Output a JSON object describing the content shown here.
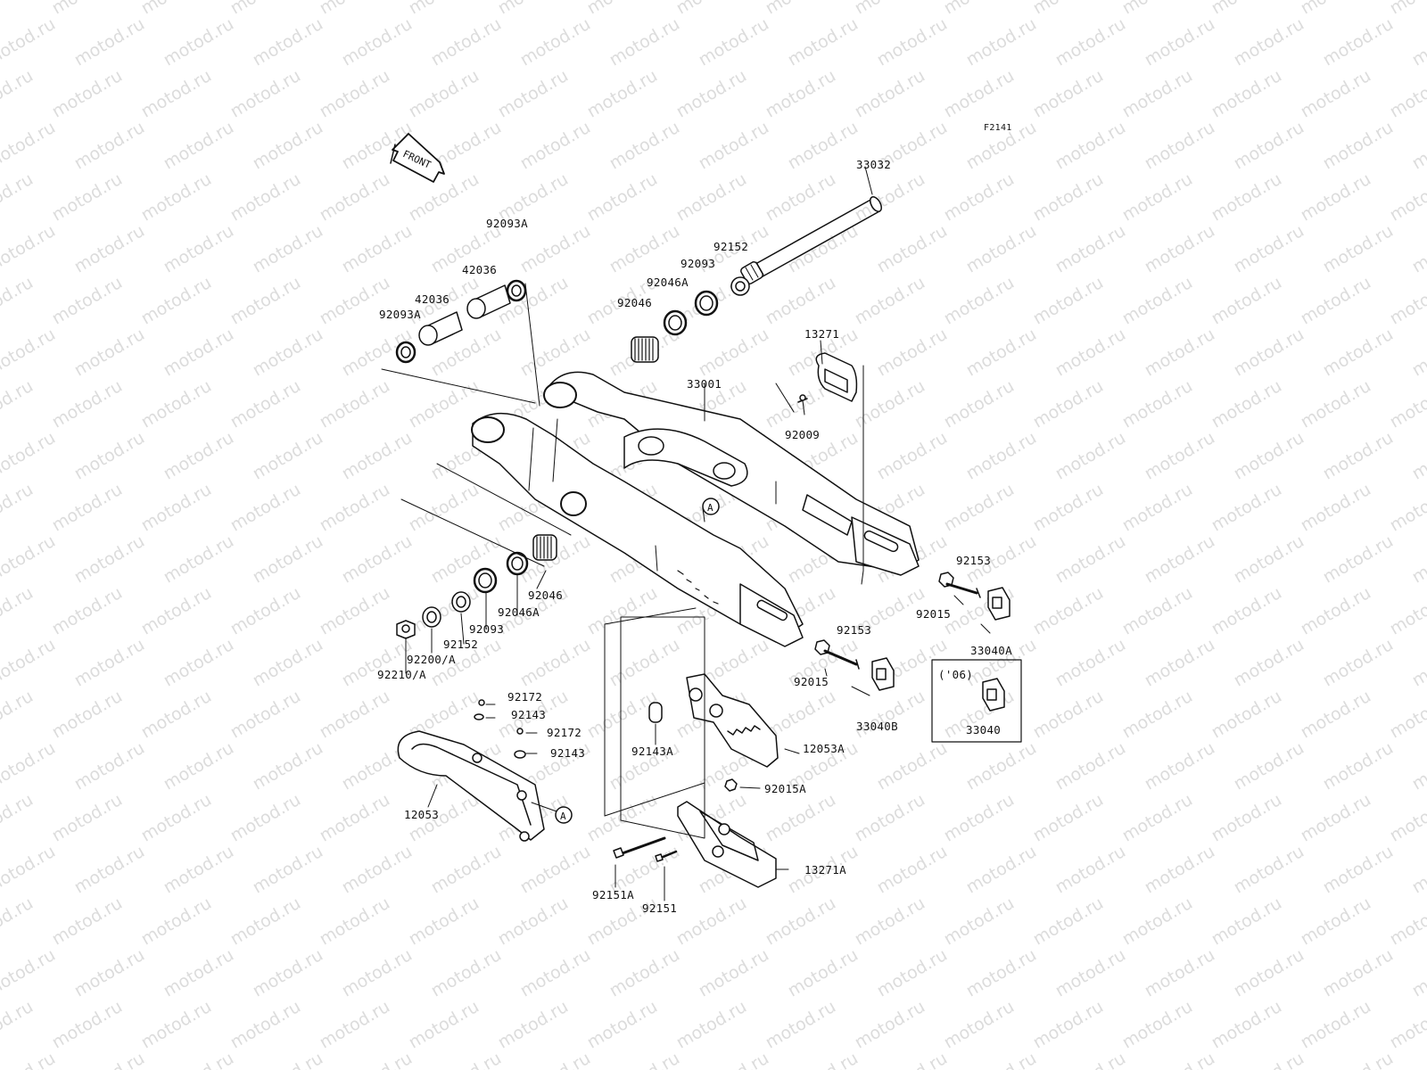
{
  "watermark": "motod.ru",
  "figure_code": "F2141",
  "front_label": "FRONT",
  "ref_marker": "A",
  "year_note": "('06)",
  "parts": {
    "swingarm_axle": "33032",
    "swingarm": "33001",
    "collar_seal_top": "92093A",
    "sleeve_1": "42036",
    "sleeve_2": "42036",
    "seal_left": "92093A",
    "washer_top": "92152",
    "seal_top": "92093",
    "bearing_race_top": "92046A",
    "needle_bearing_top": "92046",
    "chain_slider_cover": "13271",
    "screw_cover": "92009",
    "needle_bearing_bottom": "92046",
    "bearing_race_bottom": "92046A",
    "seal_bottom": "92093",
    "washer_bottom": "92152",
    "nut_axle_a": "92200/A",
    "nut_axle_b": "92210/A",
    "bolt_right": "92153",
    "nut_right": "92015",
    "chain_adjuster_a": "33040A",
    "bolt_left": "92153",
    "nut_left": "92015",
    "chain_adjuster_b": "33040B",
    "chain_adjuster_06": "33040",
    "screw_1": "92172",
    "washer_1": "92143",
    "screw_2": "92172",
    "washer_2": "92143",
    "chain_slider": "12053",
    "collar_guide": "92143A",
    "chain_guide": "12053A",
    "nut_guide": "92015A",
    "bolt_guide_a": "92151A",
    "bolt_guide": "92151",
    "guide_plate": "13271A"
  }
}
